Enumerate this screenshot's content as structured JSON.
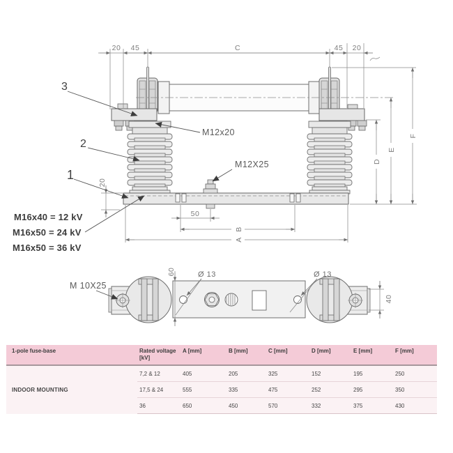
{
  "front_view": {
    "dims": {
      "left_edge": "20",
      "left_pitch": "45",
      "span_c": "C",
      "right_pitch": "45",
      "right_edge": "20",
      "height_d": "D",
      "height_e": "E",
      "height_f": "F",
      "plate": "20",
      "slot_pitch": "50",
      "span_b": "B",
      "span_a": "A"
    },
    "parts": {
      "item_3": "3",
      "item_2": "2",
      "item_1": "1",
      "clamp_bolt": "M12x20",
      "base_bolt": "M12X25"
    },
    "notes": {
      "kv12": "M16x40 = 12 kV",
      "kv24": "M16x50 = 24 kV",
      "kv36": "M16x50 = 36 kV"
    }
  },
  "bottom_view": {
    "dims": {
      "bar": "60",
      "pad": "40",
      "hole_left": "Ø 13",
      "hole_right": "Ø 13"
    },
    "parts": {
      "terminal_bolt": "M 10X25"
    }
  },
  "table": {
    "headers": {
      "product": "1-pole fuse-base",
      "rated": "Rated voltage [kV]",
      "a": "A [mm]",
      "b": "B [mm]",
      "c": "C [mm]",
      "d": "D [mm]",
      "e": "E [mm]",
      "f": "F [mm]"
    },
    "mounting": "INDOOR MOUNTING",
    "rows": [
      {
        "kv": "7,2 & 12",
        "a": "405",
        "b": "205",
        "c": "325",
        "d": "152",
        "e": "195",
        "f": "250"
      },
      {
        "kv": "17,5 & 24",
        "a": "555",
        "b": "335",
        "c": "475",
        "d": "252",
        "e": "295",
        "f": "350"
      },
      {
        "kv": "36",
        "a": "650",
        "b": "450",
        "c": "570",
        "d": "332",
        "e": "375",
        "f": "430"
      }
    ]
  },
  "colors": {
    "header_bg": "#f4cbd7",
    "body_bg": "#fbf2f4",
    "line": "#8a8a8a"
  }
}
